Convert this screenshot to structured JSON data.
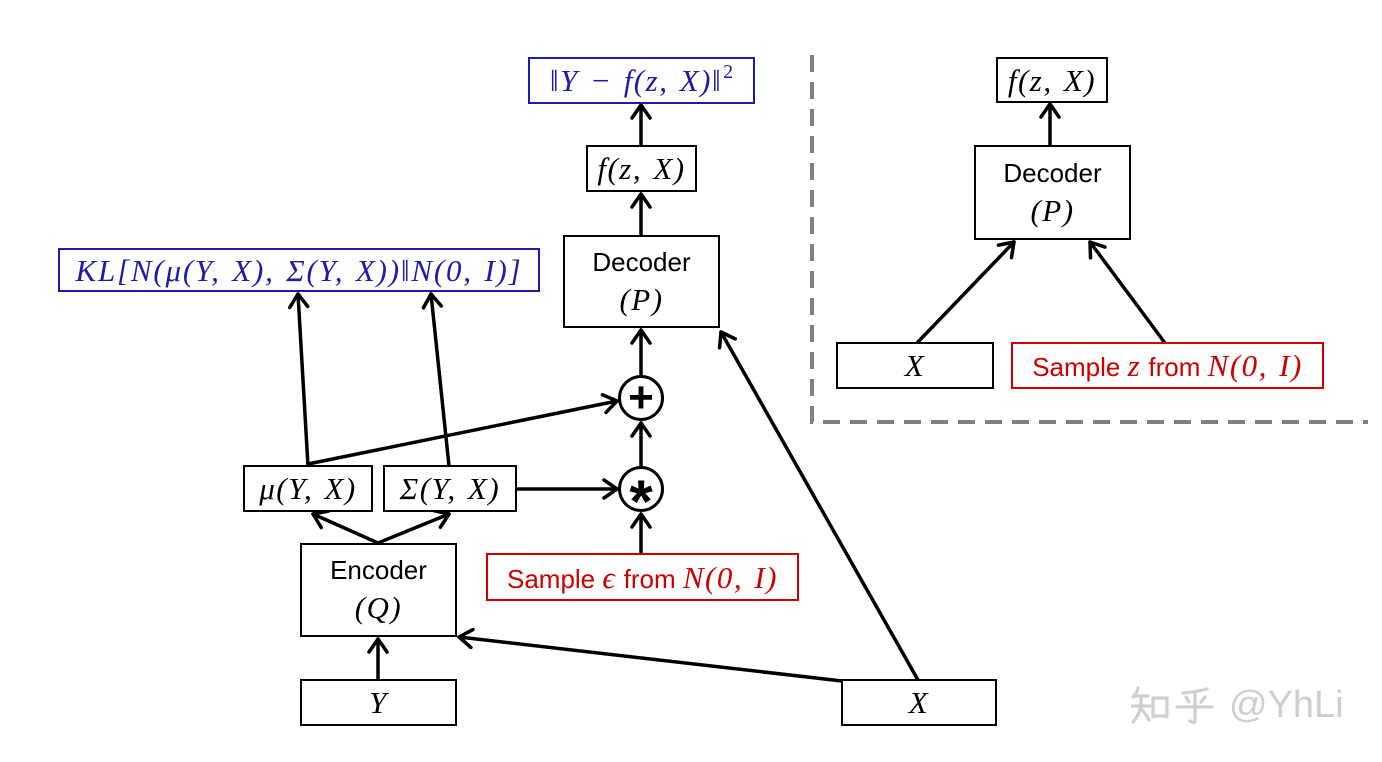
{
  "training": {
    "reconstruction_loss": {
      "base": "‖Y − f(z, X)‖",
      "exponent": "2"
    },
    "decoder_output": "f(z, X)",
    "decoder": {
      "label": "Decoder",
      "symbol": "(P)"
    },
    "operators": {
      "add": "+",
      "multiply": "*"
    },
    "kl_loss": "KL[N(μ(Y, X), Σ(Y, X))‖N(0, I)]",
    "mean": "μ(Y, X)",
    "covariance": "Σ(Y, X)",
    "encoder": {
      "label": "Encoder",
      "symbol": "(Q)"
    },
    "noise_sample": {
      "verb": "Sample",
      "variable": "ϵ",
      "preposition": "from",
      "distribution": "N(0, I)"
    },
    "input_y": "Y",
    "input_x": "X"
  },
  "testing": {
    "decoder_output": "f(z, X)",
    "decoder": {
      "label": "Decoder",
      "symbol": "(P)"
    },
    "input_x": "X",
    "latent_sample": {
      "verb": "Sample",
      "variable": "z",
      "preposition": "from",
      "distribution": "N(0, I)"
    }
  },
  "watermark": {
    "brand": "知乎",
    "handle": "@YhLi"
  },
  "colors": {
    "loss": "#1c1ca8",
    "sampling": "#cc0000",
    "test_frame": "#808080",
    "watermark": "#cfcfcf"
  }
}
